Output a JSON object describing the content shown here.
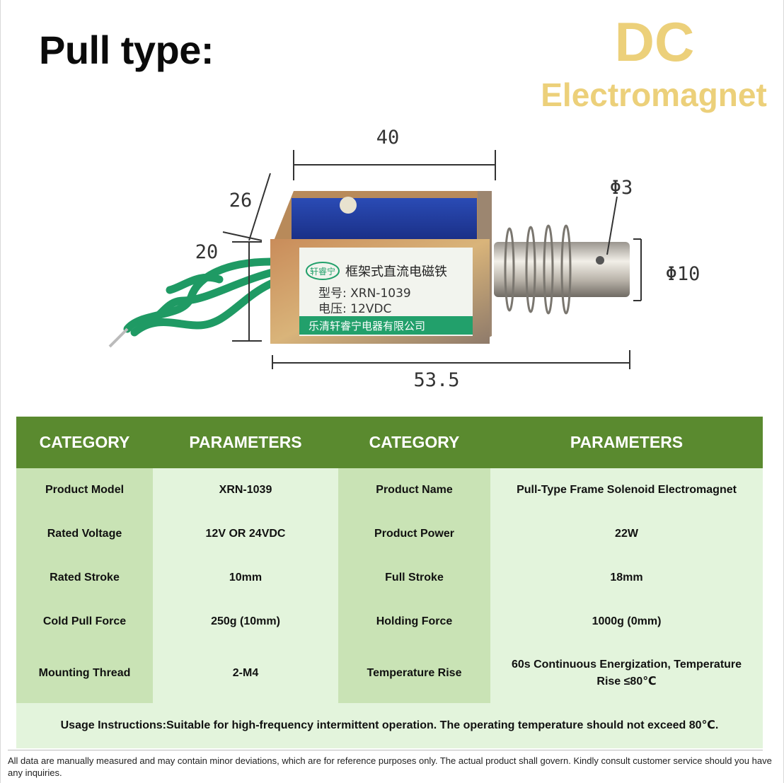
{
  "header": {
    "title": "Pull type:",
    "badge_line1": "DC",
    "badge_line2": "Electromagnet"
  },
  "product_image": {
    "dimensions": {
      "width_top": "40",
      "depth": "26",
      "height": "20",
      "plunger_tip": "Φ3",
      "plunger_diameter": "Φ10",
      "total_length": "53.5"
    },
    "label": {
      "brand": "轩睿宁",
      "type_name": "框架式直流电磁铁",
      "model_line": "型号: XRN-1039",
      "voltage_line": "电压: 12VDC",
      "maker": "乐清轩睿宁电器有限公司"
    }
  },
  "spec_table": {
    "headers": [
      "CATEGORY",
      "PARAMETERS",
      "CATEGORY",
      "PARAMETERS"
    ],
    "rows": [
      [
        "Product Model",
        "XRN-1039",
        "Product Name",
        "Pull-Type Frame Solenoid Electromagnet"
      ],
      [
        "Rated Voltage",
        "12V OR 24VDC",
        "Product Power",
        "22W"
      ],
      [
        "Rated Stroke",
        "10mm",
        "Full Stroke",
        "18mm"
      ],
      [
        "Cold Pull Force",
        "250g (10mm)",
        "Holding Force",
        "1000g (0mm)"
      ],
      [
        "Mounting Thread",
        "2-M4",
        "Temperature Rise",
        "60s Continuous Energization, Temperature Rise ≤80℃"
      ]
    ],
    "usage": "Usage Instructions:Suitable for high-frequency intermittent operation. The operating temperature should not exceed 80℃."
  },
  "footnote": "All data are manually measured and may contain minor deviations, which are for reference purposes only. The actual product shall govern. Kindly consult customer service should you have any inquiries.",
  "colors": {
    "header_green": "#5a8a2f",
    "category_cell": "#c9e3b5",
    "value_cell": "#e3f4dc",
    "badge_gold": "#ecd07a"
  }
}
